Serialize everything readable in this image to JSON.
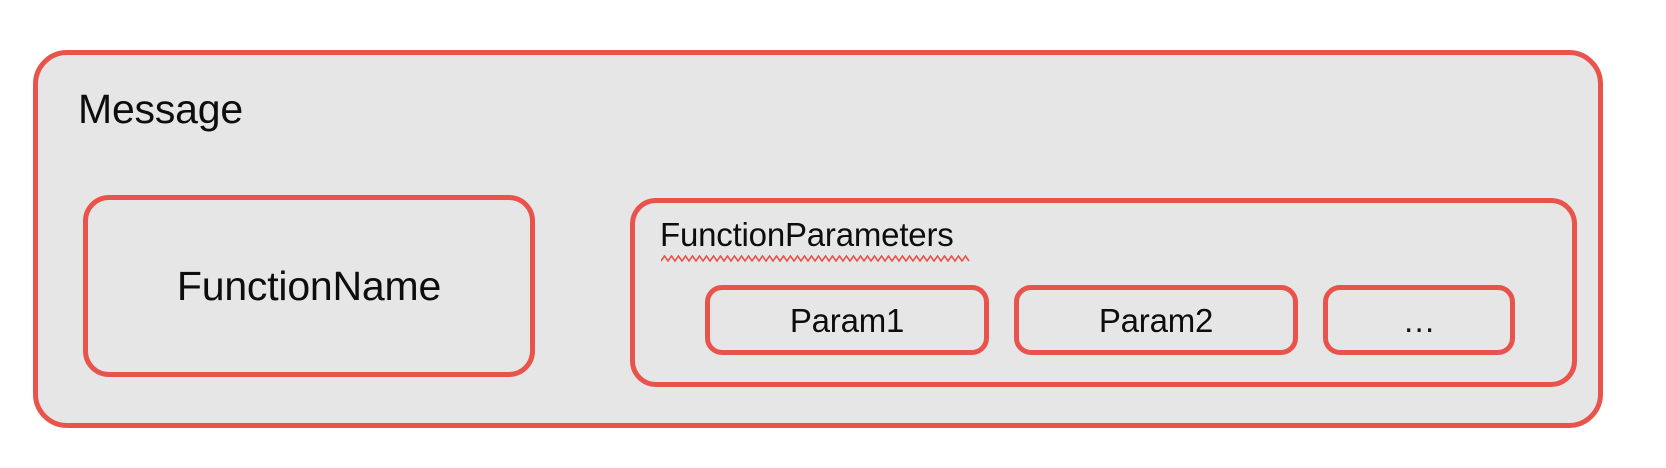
{
  "diagram": {
    "type": "nested-block-diagram",
    "page_background": "#ffffff",
    "colors": {
      "border": "#e8534c",
      "fill": "#e6e6e6",
      "text": "#0d0d0d",
      "spellcheck_underline": "#e8534c"
    },
    "message": {
      "title": "Message",
      "children": {
        "function_name": {
          "label": "FunctionName"
        },
        "function_parameters": {
          "title": "FunctionParameters",
          "spellcheck_underlined": true,
          "params": [
            {
              "label": "Param1",
              "width": "wide"
            },
            {
              "label": "Param2",
              "width": "wide"
            },
            {
              "label": "…",
              "width": "narrow"
            }
          ]
        }
      }
    }
  }
}
